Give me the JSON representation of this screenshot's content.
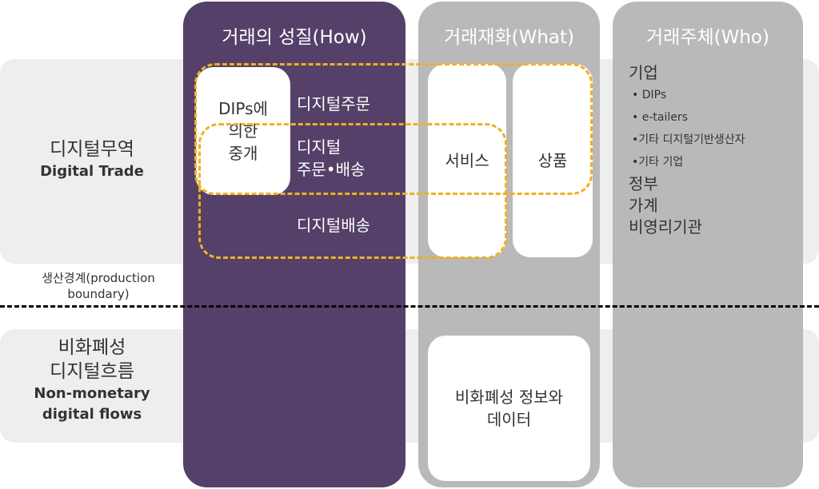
{
  "columns": {
    "how": "거래의 성질(How)",
    "what": "거래재화(What)",
    "who": "거래주체(Who)"
  },
  "rows": {
    "digital_trade_ko": "디지털무역",
    "digital_trade_en": "Digital Trade",
    "production_boundary_1": "생산경계(production",
    "production_boundary_2": "boundary)",
    "nonmonetary_ko_1": "비화폐성",
    "nonmonetary_ko_2": "디지털흐름",
    "nonmonetary_en_1": "Non-monetary",
    "nonmonetary_en_2": "digital flows"
  },
  "how": {
    "dips_1": "DIPs에",
    "dips_2": "의한",
    "dips_3": "중개",
    "ordered": "디지털주문",
    "ordered_delivered_1": "디지털",
    "ordered_delivered_2": "주문•배송",
    "delivered": "디지털배송"
  },
  "what": {
    "services": "서비스",
    "goods": "상품",
    "nonmonetary_info_1": "비화폐성 정보와",
    "nonmonetary_info_2": "데이터"
  },
  "who": {
    "firms": "기업",
    "dips": "• DIPs",
    "etailers": "• e-tailers",
    "other_digital": "•기타 디지털기반생산자",
    "other_firms": "•기타 기업",
    "government": "정부",
    "households": "가계",
    "npish": "비영리기관"
  },
  "colors": {
    "how_bg": "#544068",
    "column_gray": "#b9b9b9",
    "band_gray": "#eeeeee",
    "dash_gold": "#f0b020"
  }
}
